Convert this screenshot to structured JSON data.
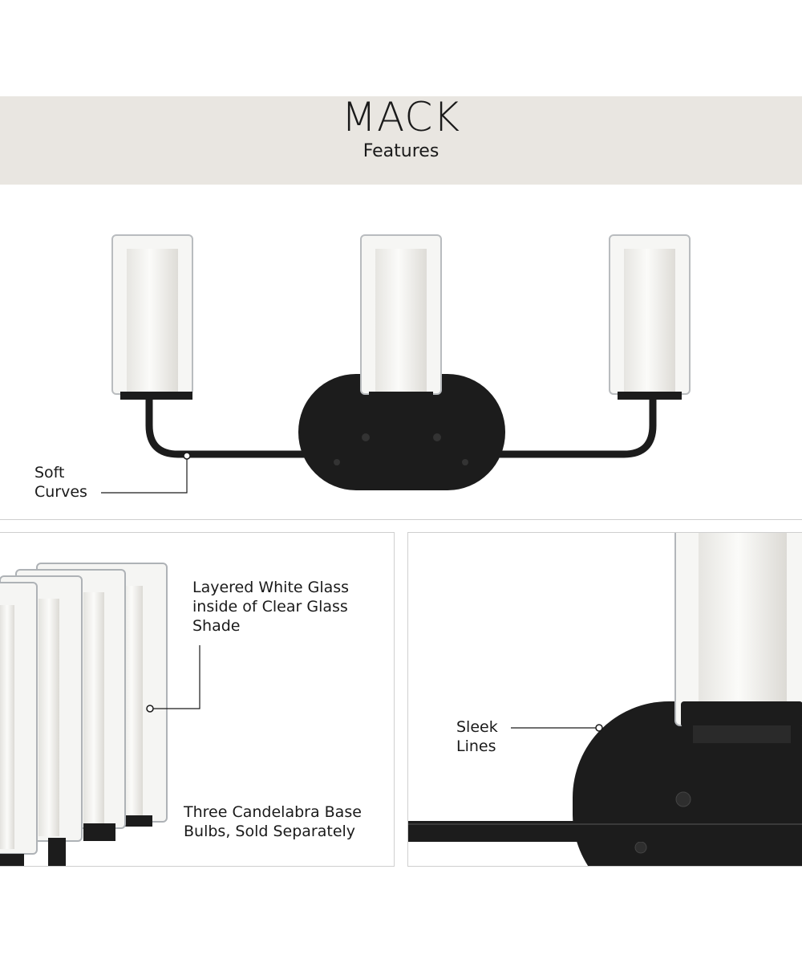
{
  "header": {
    "title": "MACK",
    "subtitle": "Features"
  },
  "callouts": {
    "soft_curves": [
      "Soft",
      "Curves"
    ],
    "layered_glass": [
      "Layered White Glass",
      "inside of Clear Glass",
      "Shade"
    ],
    "bulbs": [
      "Three Candelabra Base",
      "Bulbs, Sold Separately"
    ],
    "sleek_lines": [
      "Sleek",
      "Lines"
    ]
  },
  "colors": {
    "header_band": "#e9e6e1",
    "fixture_metal": "#1c1c1c",
    "glass_inner": "#f4f3ef"
  }
}
